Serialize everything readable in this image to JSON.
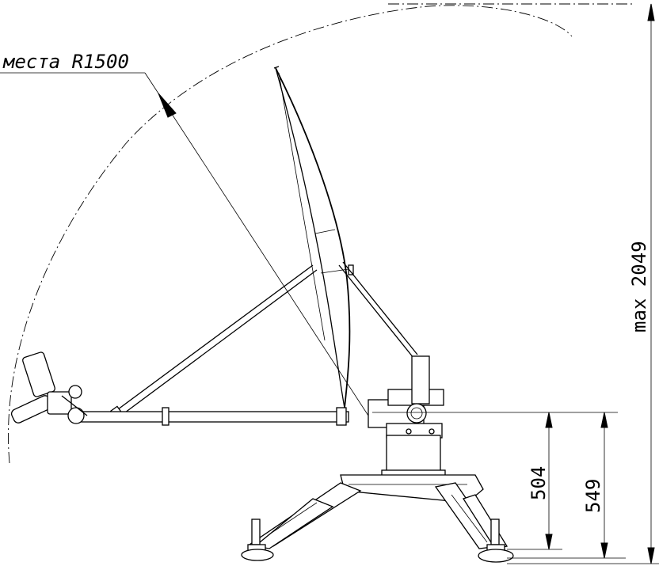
{
  "drawing": {
    "radius_label": "места R1500",
    "dimensions": {
      "max_height": "max 2049",
      "height_504": "504",
      "height_549": "549"
    }
  }
}
